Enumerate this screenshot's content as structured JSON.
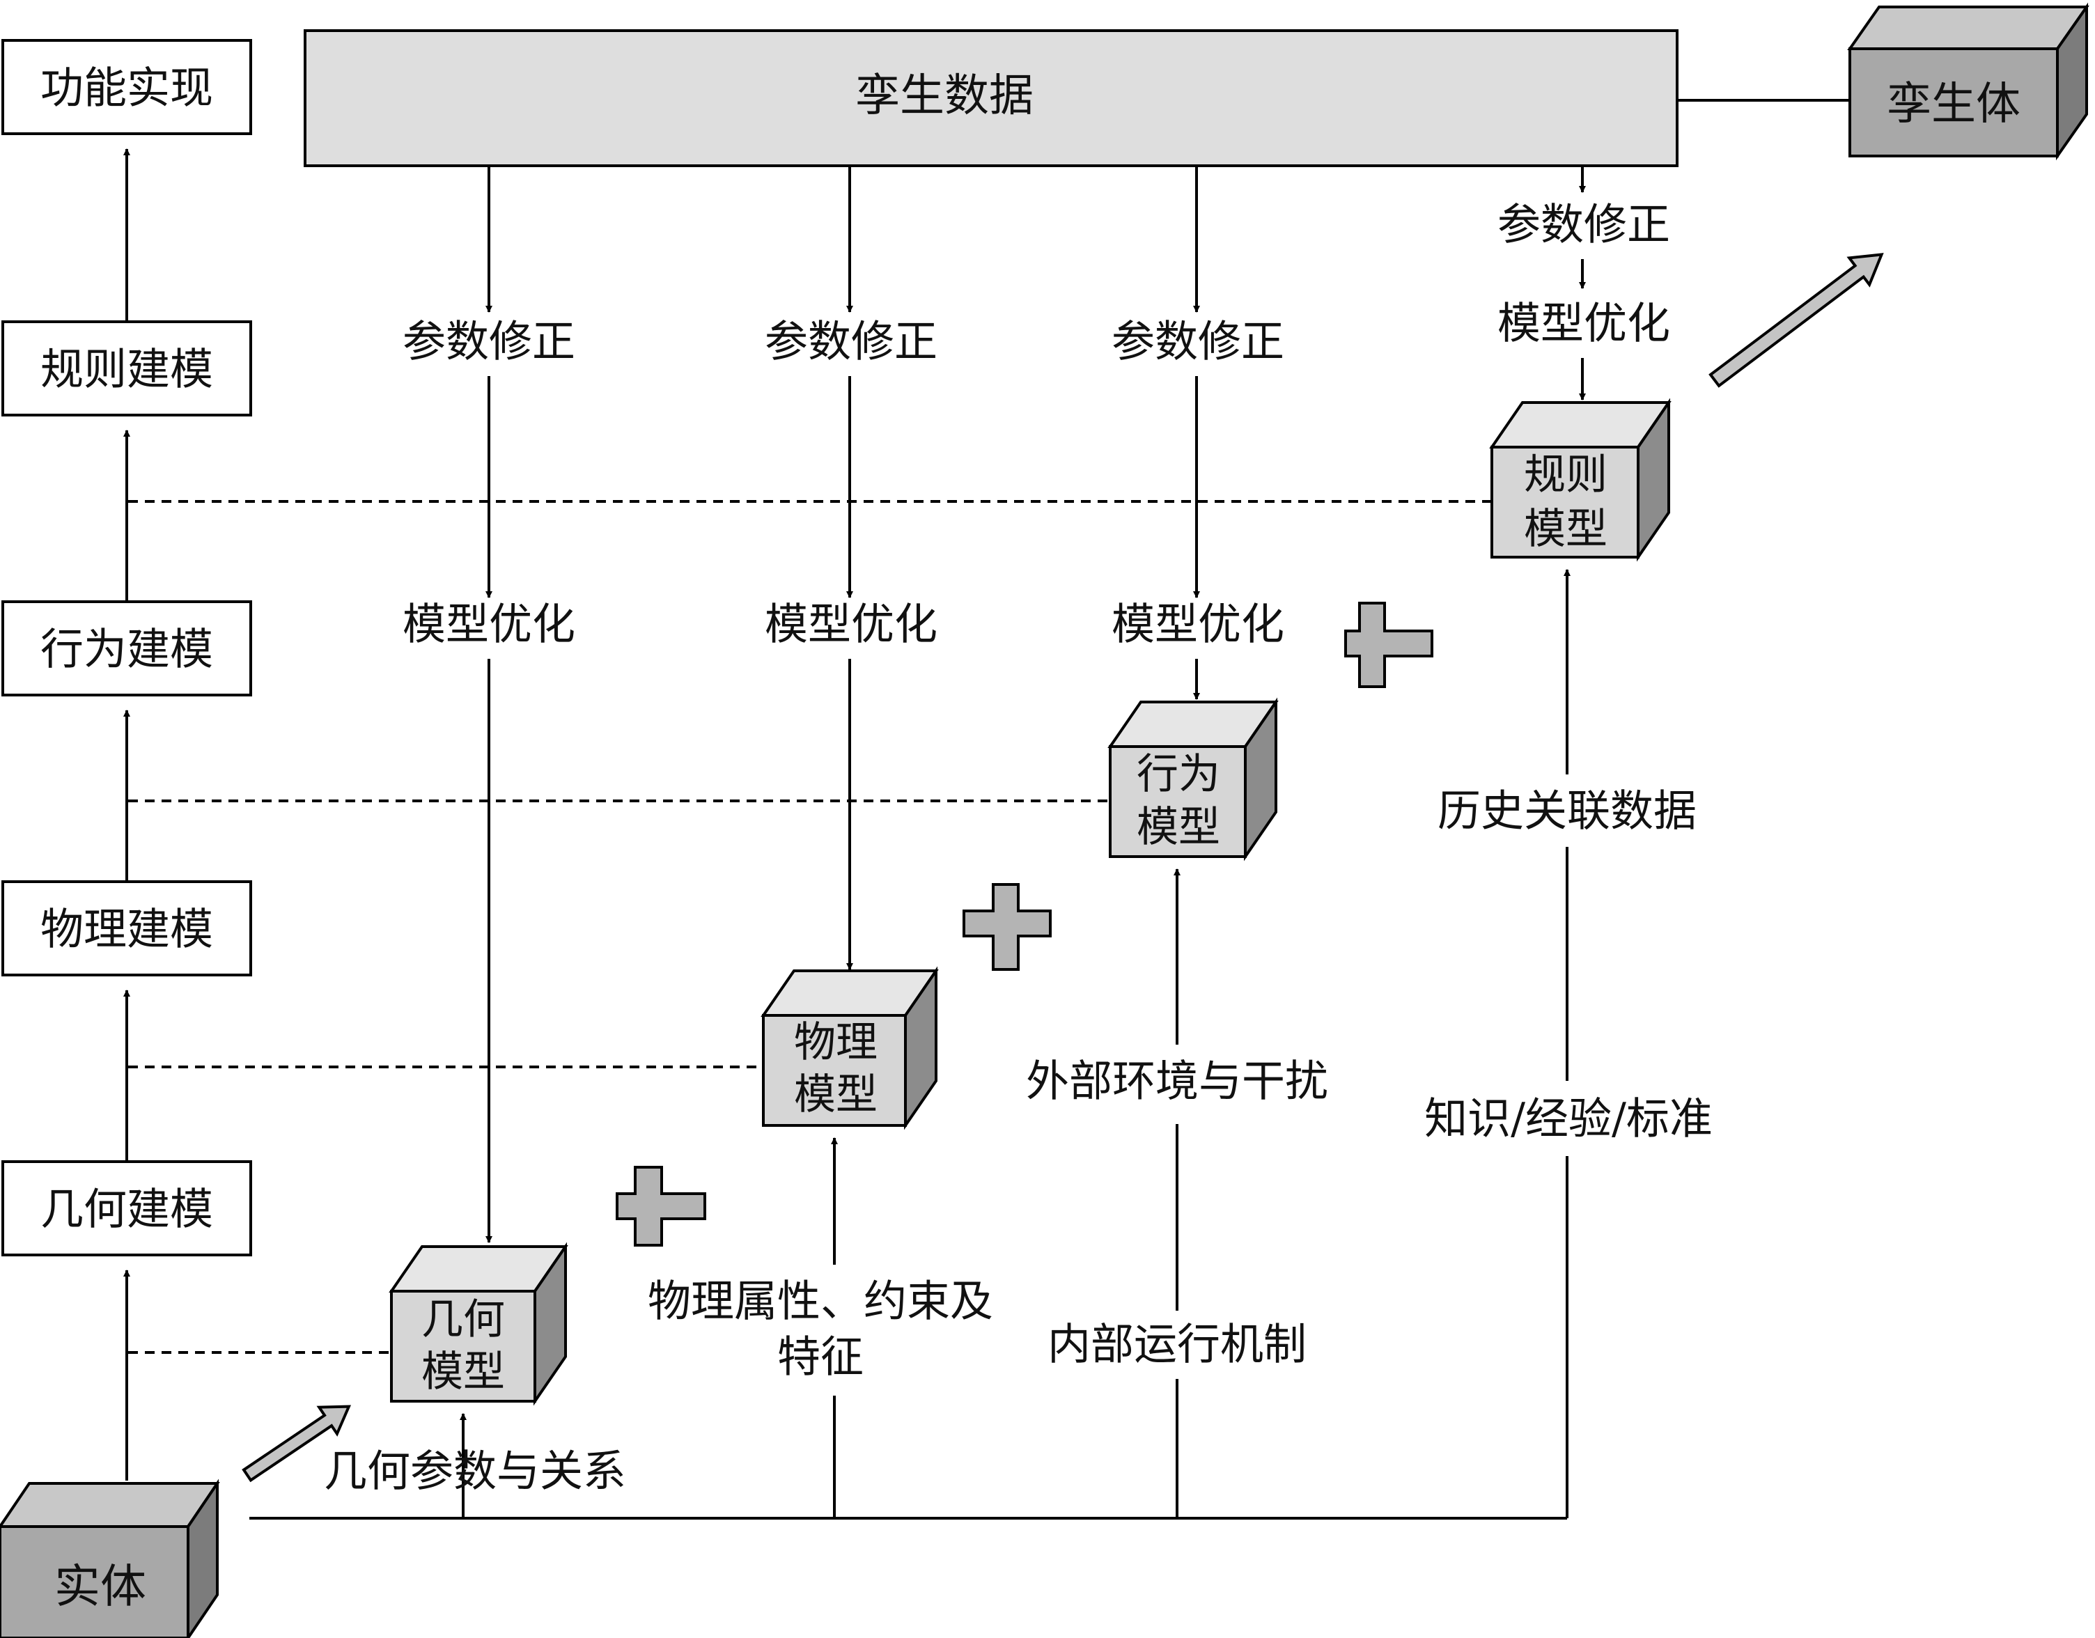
{
  "left_column": {
    "function_realization": "功能实现",
    "rule_modeling": "规则建模",
    "behavior_modeling": "行为建模",
    "physical_modeling": "物理建模",
    "geometric_modeling": "几何建模",
    "entity": "实体"
  },
  "twin_data": "孪生数据",
  "digital_twin": "孪生体",
  "columns": [
    {
      "param_correction": "参数修正",
      "model_optimization": "模型优化",
      "model_line1": "几何",
      "model_line2": "模型",
      "input_label": "几何参数与关系"
    },
    {
      "param_correction": "参数修正",
      "model_optimization": "模型优化",
      "model_line1": "物理",
      "model_line2": "模型",
      "input_label_line1": "物理属性、约束及",
      "input_label_line2": "特征"
    },
    {
      "param_correction": "参数修正",
      "model_optimization": "模型优化",
      "model_line1": "行为",
      "model_line2": "模型",
      "input_label_upper": "外部环境与干扰",
      "input_label_lower": "内部运行机制"
    },
    {
      "param_correction": "参数修正",
      "model_optimization": "模型优化",
      "model_line1": "规则",
      "model_line2": "模型",
      "input_label_upper": "历史关联数据",
      "input_label_lower": "知识/经验/标准"
    }
  ],
  "colors": {
    "box_fill": "#dedede",
    "cube_front": "#d6d6d6",
    "dark_cube_front": "#a8a8a8",
    "plus_fill": "#b4b4b4",
    "line": "#000000"
  }
}
